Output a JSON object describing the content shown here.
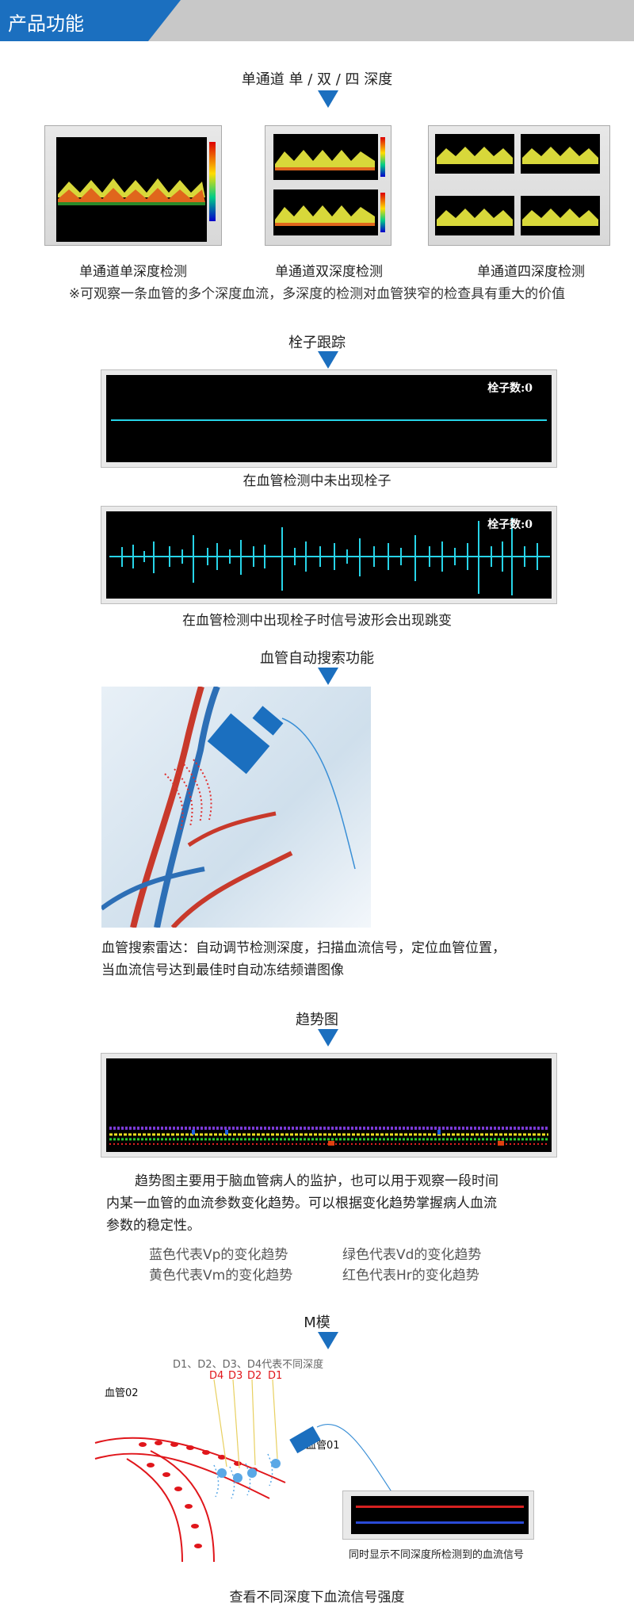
{
  "header": {
    "title": "产品功能"
  },
  "depth": {
    "title": "单通道 单 / 双 / 四 深度",
    "captions": [
      "单通道单深度检测",
      "单通道双深度检测",
      "单通道四深度检测"
    ],
    "note": "※可观察一条血管的多个深度血流，多深度的检测对血管狭窄的检查具有重大的价值"
  },
  "embolus": {
    "title": "栓子跟踪",
    "count_label_1": "栓子数:0",
    "caption_1": "在血管检测中未出现栓子",
    "count_label_2": "栓子数:0",
    "caption_2": "在血管检测中出现栓子时信号波形会出现跳变"
  },
  "search": {
    "title": "血管自动搜索功能",
    "desc_line1": "血管搜索雷达：自动调节检测深度，扫描血流信号，定位血管位置，",
    "desc_line2": "当血流信号达到最佳时自动冻结频谱图像"
  },
  "trend": {
    "title": "趋势图",
    "para_line1": "趋势图主要用于脑血管病人的监护，也可以用于观察一段时间",
    "para_line2": "内某一血管的血流参数变化趋势。可以根据变化趋势掌握病人血流",
    "para_line3": "参数的稳定性。",
    "legend": [
      "蓝色代表Vp的变化趋势",
      "绿色代表Vd的变化趋势",
      "黄色代表Vm的变化趋势",
      "红色代表Hr的变化趋势"
    ]
  },
  "mmode": {
    "title": "M模",
    "depth_note": "D1、D2、D3、D4代表不同深度",
    "d_labels": [
      "D4",
      "D3",
      "D2",
      "D1"
    ],
    "vessel_2": "血管02",
    "vessel_1": "血管01",
    "display_caption": "同时显示不同深度所检测到的血流信号",
    "bottom_caption": "查看不同深度下血流信号强度"
  },
  "colors": {
    "accent": "#1b6fbf",
    "header_gray": "#c8c8c8",
    "red": "#e0161b",
    "cyan": "#27d4e8"
  }
}
